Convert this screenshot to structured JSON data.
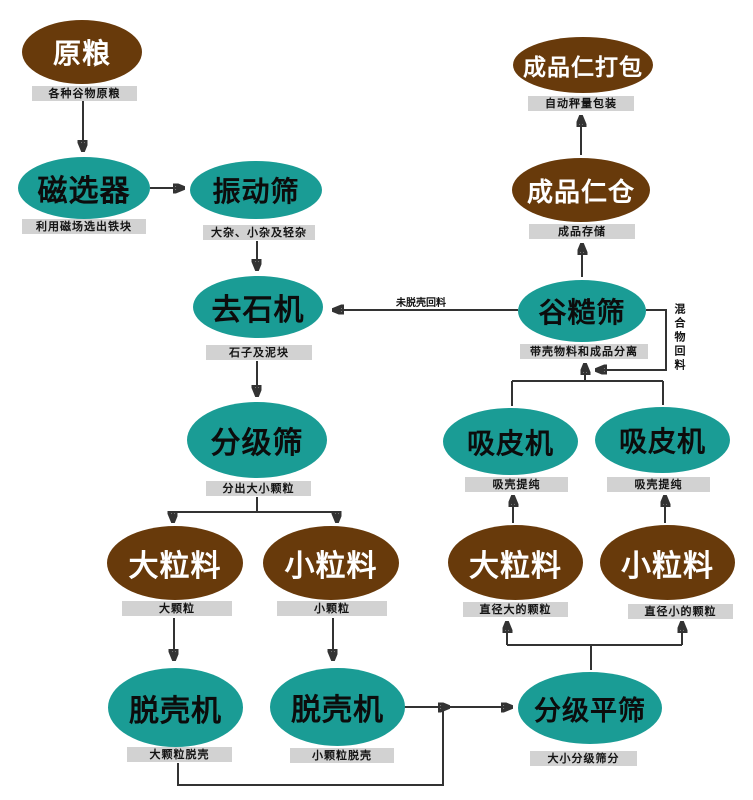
{
  "colors": {
    "teal": "#1a9c95",
    "brown": "#683a0b",
    "label_bg": "#d2d2d2",
    "line": "#333333",
    "label_text": "#141414"
  },
  "nodes": {
    "raw_grain": {
      "title": "原粮",
      "label": "各种谷物原粮"
    },
    "magnetic_separator": {
      "title": "磁选器",
      "label": "利用磁场选出铁块"
    },
    "vibrating_screen": {
      "title": "振动筛",
      "label": "大杂、小杂及轻杂"
    },
    "destoner": {
      "title": "去石机",
      "label": "石子及泥块"
    },
    "grading_screen": {
      "title": "分级筛",
      "label": "分出大小颗粒"
    },
    "large_material_left": {
      "title": "大粒料",
      "label": "大颗粒"
    },
    "small_material_left": {
      "title": "小粒料",
      "label": "小颗粒"
    },
    "husker_large": {
      "title": "脱壳机",
      "label": "大颗粒脱壳"
    },
    "husker_small": {
      "title": "脱壳机",
      "label": "小颗粒脱壳"
    },
    "flat_grading_sieve": {
      "title": "分级平筛",
      "label": "大小分级筛分"
    },
    "large_material_right": {
      "title": "大粒料",
      "label": "直径大的颗粒"
    },
    "small_material_right": {
      "title": "小粒料",
      "label": "直径小的颗粒"
    },
    "aspirator_left": {
      "title": "吸皮机",
      "label": "吸壳提纯"
    },
    "aspirator_right": {
      "title": "吸皮机",
      "label": "吸壳提纯"
    },
    "paddy_separator": {
      "title": "谷糙筛",
      "label": "带壳物料和成品分离"
    },
    "kernel_bin": {
      "title": "成品仁仓",
      "label": "成品存储"
    },
    "kernel_packing": {
      "title": "成品仁打包",
      "label": "自动秤量包装"
    }
  },
  "edge_labels": {
    "unhulled_return": "未脱壳回料",
    "mixture_return": "混合物回料"
  }
}
